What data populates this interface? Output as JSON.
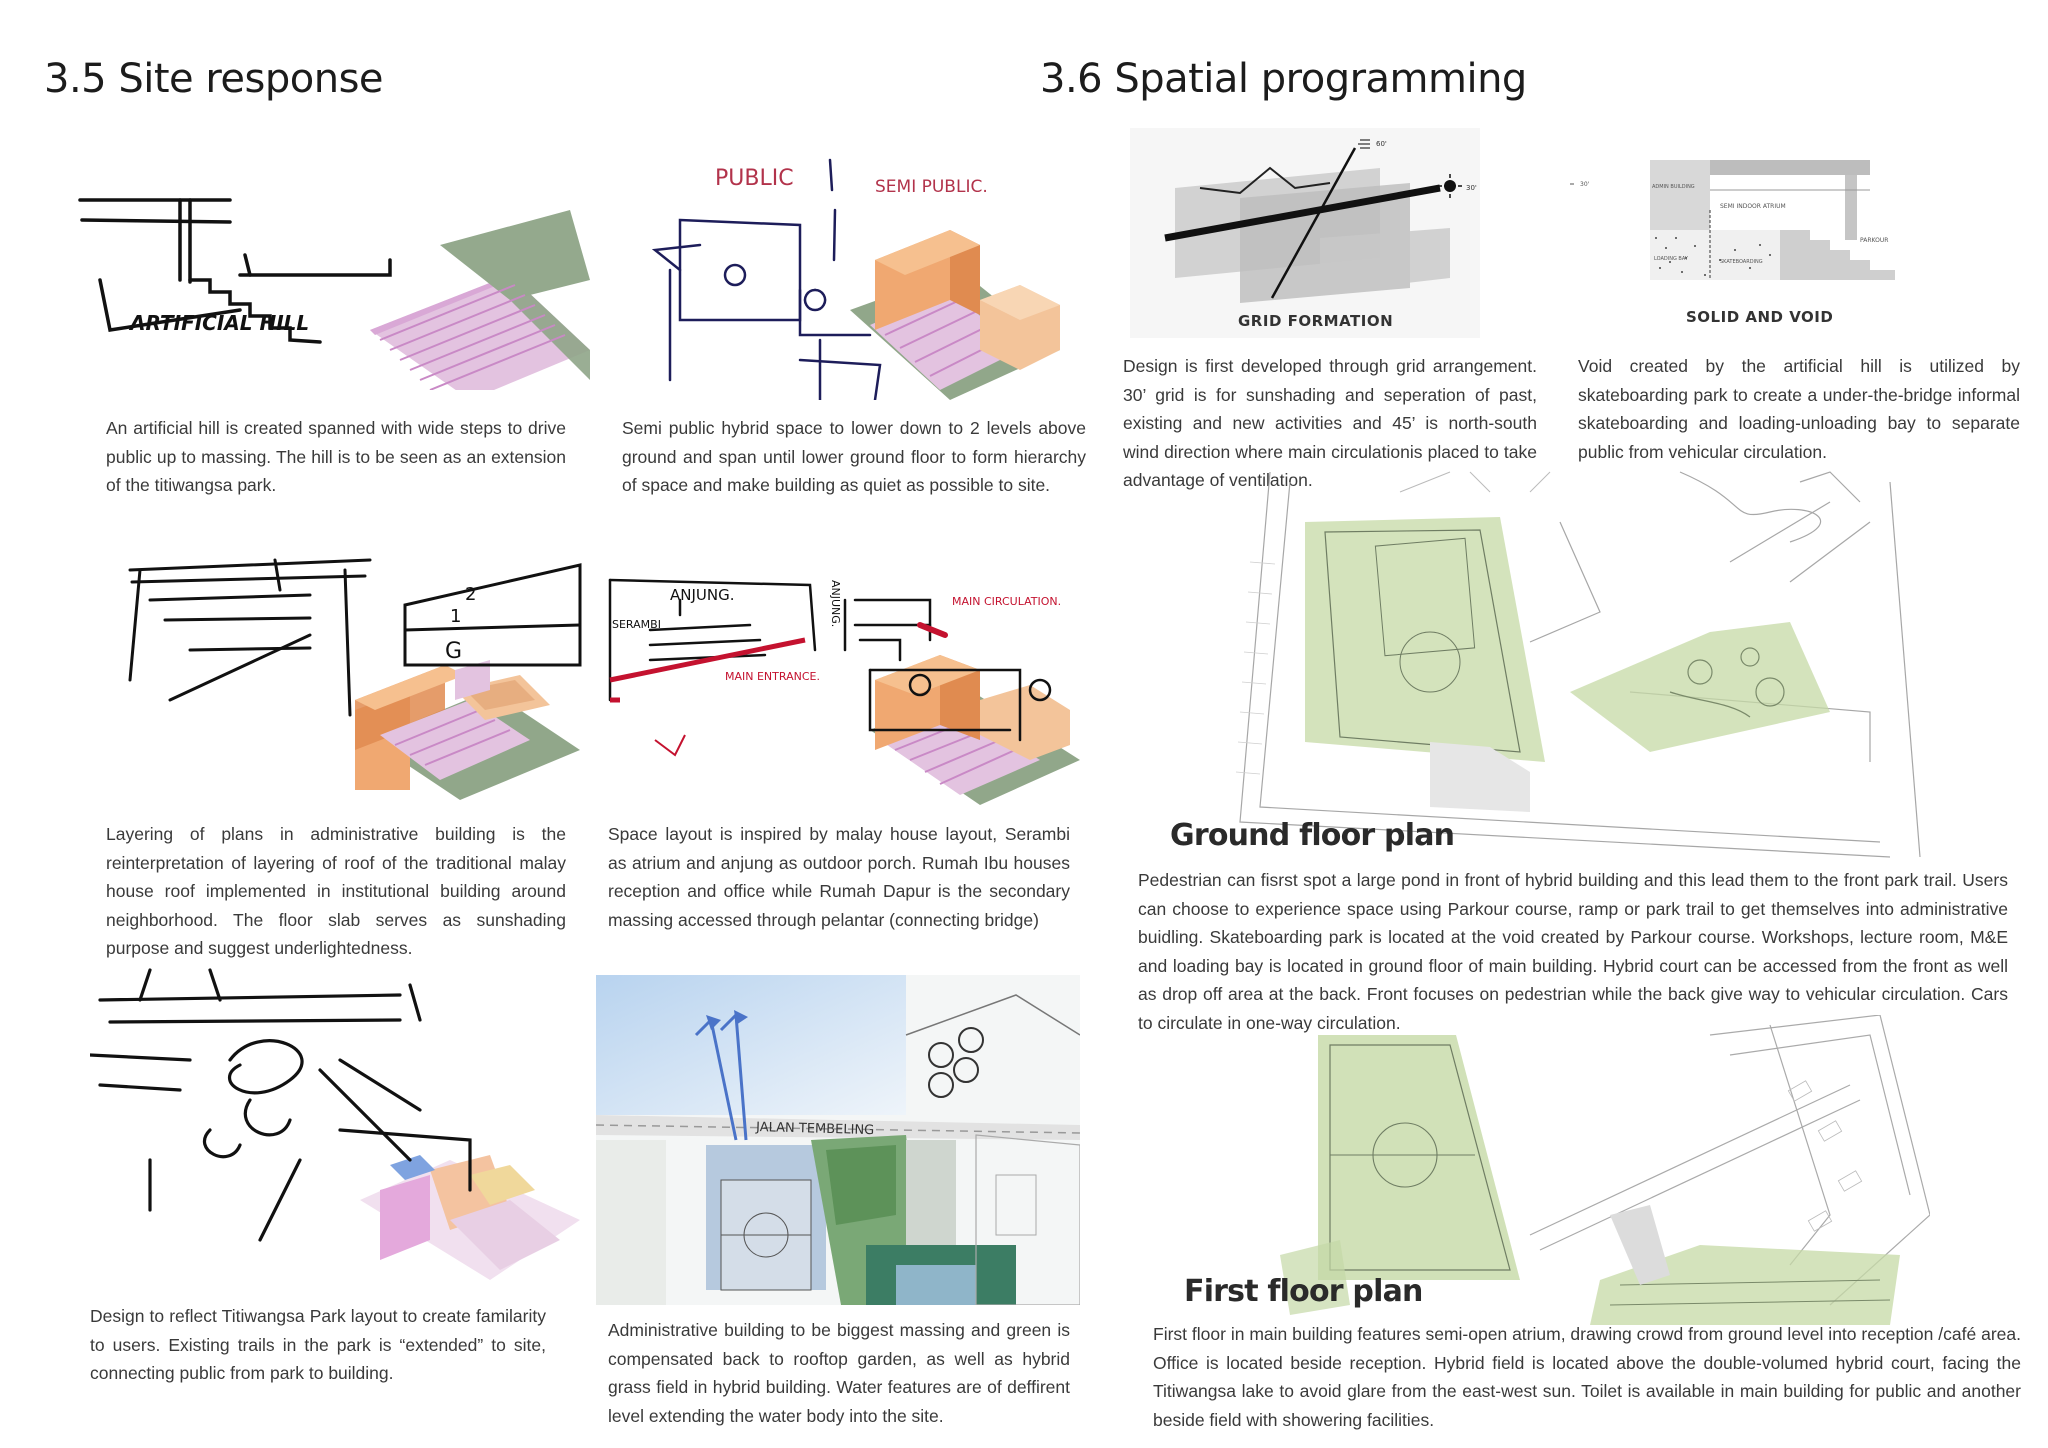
{
  "headings": {
    "site_response": "3.5 Site response",
    "spatial_programming": "3.6 Spatial programming"
  },
  "site_response": {
    "p1": "An artificial hill is created spanned with wide steps to drive public up to massing.  The hill is to be seen as an extension of the titiwangsa park.",
    "p2": "Semi public hybrid space to lower down to 2 levels above ground and span until lower ground floor to form hierarchy of space and make building as quiet as possible to site.",
    "p3": "Layering of plans in administrative building is the reinterpretation of layering of roof of the traditional malay house roof implemented in institutional building around neighborhood. The floor slab serves as sunshading purpose and suggest underlightedness.",
    "p4": "Space layout is inspired by malay house layout, Serambi as atrium and anjung as outdoor porch. Rumah Ibu houses reception and office while Rumah Dapur is the secondary massing accessed through pelantar (connecting bridge)",
    "p5": "Design to reflect Titiwangsa Park layout to create familarity to users. Existing trails in the park is “extended” to site, connecting public from park to building.",
    "p6": "Administrative building to be biggest massing and green is compensated back to rooftop garden,  as well as hybrid grass field in hybrid building. Water features are of deffirent level extending the water body into the site."
  },
  "sketch_labels": {
    "artificial_hill": "ARTIFICIAL HILL",
    "public": "PUBLIC",
    "semi_public": "SEMI PUBLIC.",
    "anjung": "ANJUNG.",
    "anjung_v": "ANJUNG.",
    "serambi": "SERAMBI",
    "main_circulation": "MAIN CIRCULATION.",
    "main_entrance": "MAIN ENTRANCE.",
    "levels": [
      "2",
      "1",
      "G"
    ],
    "jalan_tembeling": "JALAN TEMBELING"
  },
  "spatial_programming": {
    "grid_caption": "GRID FORMATION",
    "grid_angle_1": "60'",
    "grid_angle_2": "30'",
    "solid_caption": "SOLID AND VOID",
    "solid_angle": "30'",
    "solid_labels": [
      "ADMIN BUILDING",
      "SEMI INDOOR ATRIUM",
      "PARKOUR",
      "LOADING BAY",
      "SKATEBOARDING"
    ],
    "grid_text": "Design is first developed through grid arrangement. 30’ grid is for sunshading and seperation of past, existing and new activities and 45’ is north-south wind direction where main circulationis placed to take advantage of ventilation.",
    "void_text": "Void created by the artificial hill is utilized by skateboarding park to create a under-the-bridge informal skateboarding and loading-unloading bay to separate public from vehicular circulation.",
    "ground_title": "Ground floor plan",
    "ground_text": "Pedestrian can fisrst spot a large pond in front of hybrid building and this lead them to the front park trail. Users can choose to experience space using Parkour course, ramp or park trail to get themselves into administrative buidling. Skateboarding park is located at the void created by Parkour course. Workshops, lecture room, M&E and loading bay is located in ground floor of main building. Hybrid court can be accessed from the front as well as drop off area at the back.  Front focuses on pedestrian while the back give way to vehicular circulation. Cars to circulate in one-way circulation.",
    "first_title": "First floor plan",
    "first_text": "First floor in main building features semi-open atrium, drawing crowd from ground level into reception /café area. Office is located beside reception. Hybrid field is located above the double-volumed hybrid court, facing the Titiwangsa lake to avoid glare from the east-west sun. Toilet is available in main building for public and another beside field with showering facilities."
  }
}
